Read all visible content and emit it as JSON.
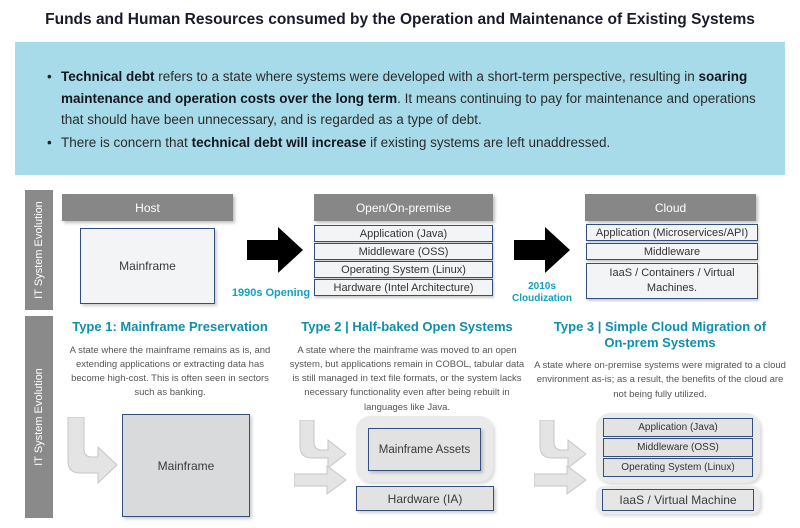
{
  "colors": {
    "accent_teal_headings": "#0e8fae",
    "accent_teal_transitions": "#10a0c2",
    "info_panel_bg": "#a8dbe9",
    "header_gray": "#878787",
    "navy_border": "#31507f",
    "arrow_black": "#000000",
    "arrow_light_gray": "#e4e4e4"
  },
  "title": "Funds and Human Resources consumed by the Operation and Maintenance of Existing Systems",
  "intro": {
    "bullet1": {
      "seg1_bold": "Technical debt",
      "seg2": " refers to a state where systems were developed with a short-term perspective, resulting in ",
      "seg3_bold": "soaring maintenance and operation costs over the long term",
      "seg4": ". It means continuing to pay for maintenance and operations that should have been unnecessary, and is regarded as a type of debt."
    },
    "bullet2": {
      "seg1": "There is concern that ",
      "seg2_bold": "technical debt will increase",
      "seg3": " if existing systems are left unaddressed."
    }
  },
  "evolution": {
    "sidebar_label": "IT System Evolution",
    "host": {
      "header": "Host",
      "box_label": "Mainframe"
    },
    "transition1": "1990s Opening",
    "open": {
      "header": "Open/On-premise",
      "layers": [
        "Application (Java)",
        "Middleware (OSS)",
        "Operating System (Linux)",
        "Hardware (Intel Architecture)"
      ]
    },
    "transition2_line1": "2010s",
    "transition2_line2": "Cloudization",
    "cloud": {
      "header": "Cloud",
      "layers": [
        "Application (Microservices/API)",
        "Middleware",
        "IaaS / Containers / Virtual Machines."
      ]
    }
  },
  "types": {
    "sidebar_label": "IT System Evolution",
    "type1": {
      "title": "Type 1: Mainframe Preservation",
      "description": "A state where the mainframe remains as is, and extending applications or extracting data has become high-cost. This is often seen in sectors such as banking.",
      "box_label": "Mainframe"
    },
    "type2": {
      "title": "Type 2 | Half-baked Open Systems",
      "description": "A state where the mainframe was moved to an open system, but applications remain in COBOL, tabular data is still managed in text file formats, or the system lacks necessary functionality even after being rebuilt in languages like Java.",
      "assets_box_label": "Mainframe Assets",
      "hardware_box_label": "Hardware (IA)"
    },
    "type3": {
      "title": "Type 3 | Simple Cloud Migration of On-prem Systems",
      "description": "A state where on-premise systems were migrated to a cloud environment as-is; as a result, the benefits of the cloud are not being fully utilized.",
      "layers": [
        "Application (Java)",
        "Middleware (OSS)",
        "Operating System (Linux)"
      ],
      "iaas_box_label": "IaaS / Virtual Machine"
    }
  }
}
